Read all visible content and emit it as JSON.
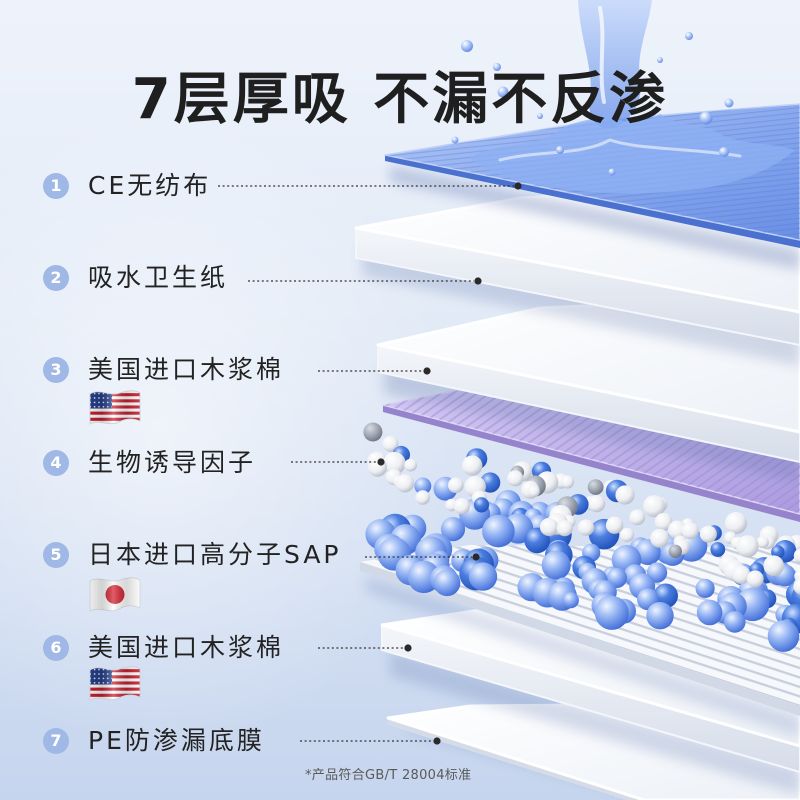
{
  "title": "7层厚吸 不漏不反渗",
  "layers": [
    {
      "number": "1",
      "label": "CE无纺布"
    },
    {
      "number": "2",
      "label": "吸水卫生纸"
    },
    {
      "number": "3",
      "label": "美国进口木浆棉",
      "flag_icon": "us-flag-icon"
    },
    {
      "number": "4",
      "label": "生物诱导因子"
    },
    {
      "number": "5",
      "label": "日本进口高分子SAP",
      "flag_icon": "japan-flag-icon"
    },
    {
      "number": "6",
      "label": "美国进口木浆棉",
      "flag_icon": "us-flag-icon"
    },
    {
      "number": "7",
      "label": "PE防渗漏底膜"
    }
  ],
  "footnote": "*产品符合GB/T 28004标准",
  "colors": {
    "title": "#1f1f1f",
    "label": "#222222",
    "badge": "#9fb8e6"
  }
}
